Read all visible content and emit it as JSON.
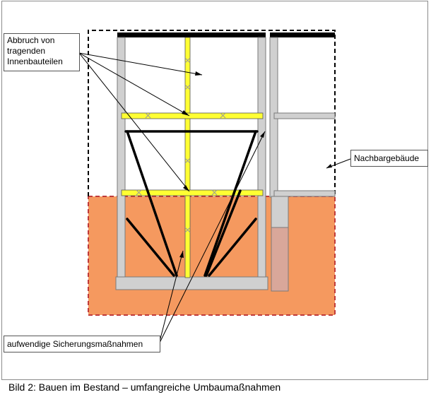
{
  "labels": {
    "abbruch": "Abbruch von\ntragenden\nInnenbauteilen",
    "nachbargebaeude": "Nachbargebäude",
    "sicherung": "aufwendige Sicherungsmaßnahmen"
  },
  "caption": "Bild 2: Bauen im Bestand – umfangreiche Umbaumaßnahmen",
  "colors": {
    "ground": "#f5995f",
    "ground_border": "#c03a3a",
    "wall": "#d0d0d0",
    "yellow": "#ffff33",
    "roof": "#000000",
    "basement_neighbor": "#d9a79a"
  }
}
